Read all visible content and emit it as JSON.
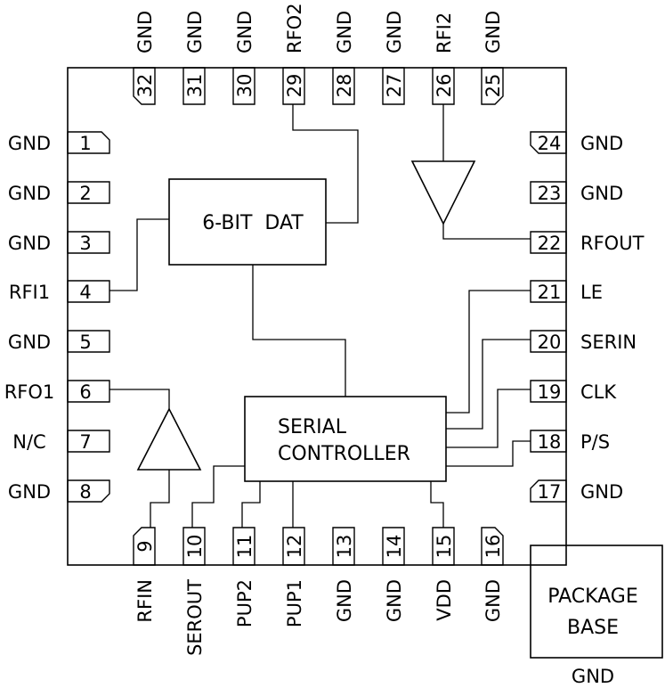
{
  "pins": {
    "left": [
      {
        "num": "1",
        "label": "GND"
      },
      {
        "num": "2",
        "label": "GND"
      },
      {
        "num": "3",
        "label": "GND"
      },
      {
        "num": "4",
        "label": "RFI1"
      },
      {
        "num": "5",
        "label": "GND"
      },
      {
        "num": "6",
        "label": "RFO1"
      },
      {
        "num": "7",
        "label": "N/C"
      },
      {
        "num": "8",
        "label": "GND"
      }
    ],
    "bottom": [
      {
        "num": "9",
        "label": "RFIN"
      },
      {
        "num": "10",
        "label": "SEROUT"
      },
      {
        "num": "11",
        "label": "PUP2"
      },
      {
        "num": "12",
        "label": "PUP1"
      },
      {
        "num": "13",
        "label": "GND"
      },
      {
        "num": "14",
        "label": "GND"
      },
      {
        "num": "15",
        "label": "VDD"
      },
      {
        "num": "16",
        "label": "GND"
      }
    ],
    "right": [
      {
        "num": "17",
        "label": "GND"
      },
      {
        "num": "18",
        "label": "P/S"
      },
      {
        "num": "19",
        "label": "CLK"
      },
      {
        "num": "20",
        "label": "SERIN"
      },
      {
        "num": "21",
        "label": "LE"
      },
      {
        "num": "22",
        "label": "RFOUT"
      },
      {
        "num": "23",
        "label": "GND"
      },
      {
        "num": "24",
        "label": "GND"
      }
    ],
    "top": [
      {
        "num": "25",
        "label": "GND"
      },
      {
        "num": "26",
        "label": "RFI2"
      },
      {
        "num": "27",
        "label": "GND"
      },
      {
        "num": "28",
        "label": "GND"
      },
      {
        "num": "29",
        "label": "RFO2"
      },
      {
        "num": "30",
        "label": "GND"
      },
      {
        "num": "31",
        "label": "GND"
      },
      {
        "num": "32",
        "label": "GND"
      }
    ]
  },
  "blocks": {
    "attenuator": "6-BIT  DAT",
    "controller_line1": "SERIAL",
    "controller_line2": "CONTROLLER",
    "package_line1": "PACKAGE",
    "package_line2": "BASE",
    "package_pin": "GND"
  }
}
